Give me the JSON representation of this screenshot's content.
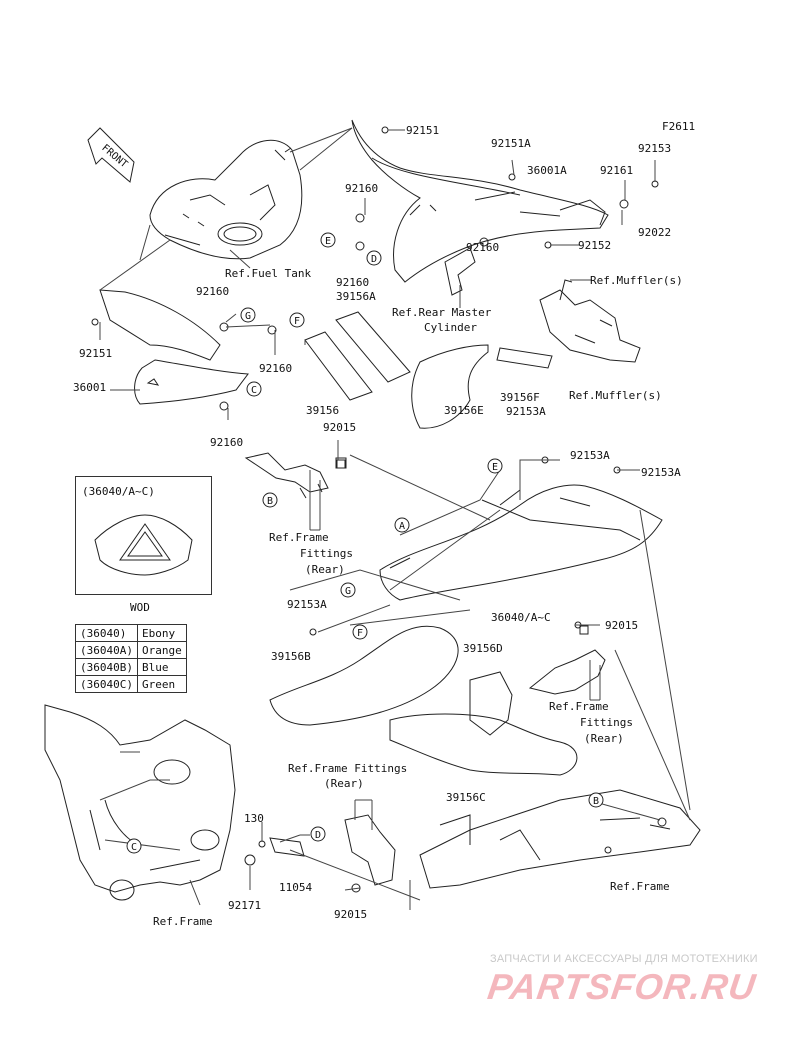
{
  "diagram": {
    "figure_code": "F2611",
    "front_arrow": "FRONT",
    "labels": {
      "p92151_top": "92151",
      "p92151A": "92151A",
      "p92153": "92153",
      "p36001A": "36001A",
      "p92161": "92161",
      "p92160_a": "92160",
      "p92022": "92022",
      "ref_fuel_tank": "Ref.Fuel Tank",
      "p92160_b": "92160",
      "p39156A": "39156A",
      "p92160_c": "92160",
      "p92152": "92152",
      "ref_muffler_1": "Ref.Muffler(s)",
      "ref_rear_master_1": "Ref.Rear Master",
      "ref_rear_master_2": "Cylinder",
      "p92160_d": "92160",
      "p92151_left": "92151",
      "p36001": "36001",
      "p92160_e": "92160",
      "p92160_f": "92160",
      "ref_muffler_2": "Ref.Muffler(s)",
      "p39156": "39156",
      "p39156E": "39156E",
      "p39156F": "39156F",
      "p92153A_a": "92153A",
      "p92015_a": "92015",
      "p92153A_b": "92153A",
      "p92153A_c": "92153A",
      "ref_frame_fit_1a": "Ref.Frame",
      "ref_frame_fit_1b": "Fittings",
      "ref_frame_fit_1c": "(Rear)",
      "p36040": "36040/A~C",
      "p92153A_d": "92153A",
      "p92015_b": "92015",
      "p39156B": "39156B",
      "p39156D": "39156D",
      "ref_frame_fit_2a": "Ref.Frame",
      "ref_frame_fit_2b": "Fittings",
      "ref_frame_fit_2c": "(Rear)",
      "ref_frame_fit_3a": "Ref.Frame Fittings",
      "ref_frame_fit_3b": "(Rear)",
      "p39156C": "39156C",
      "p130": "130",
      "p11054": "11054",
      "p92171": "92171",
      "p92015_c": "92015",
      "ref_frame_left": "Ref.Frame",
      "ref_frame_right": "Ref.Frame"
    },
    "callouts": [
      "E",
      "D",
      "G",
      "F",
      "C",
      "B",
      "A",
      "E",
      "G",
      "F",
      "B",
      "C",
      "D"
    ],
    "wod": {
      "title": "(36040/A~C)",
      "caption": "WOD"
    },
    "color_table": [
      {
        "code": "(36040)",
        "color": "Ebony"
      },
      {
        "code": "(36040A)",
        "color": "Orange"
      },
      {
        "code": "(36040B)",
        "color": "Blue"
      },
      {
        "code": "(36040C)",
        "color": "Green"
      }
    ]
  },
  "watermark": {
    "tagline": "ЗАПЧАСТИ И АКСЕССУАРЫ ДЛЯ МОТОТЕХНИКИ",
    "logo": "PARTSFOR.RU"
  }
}
